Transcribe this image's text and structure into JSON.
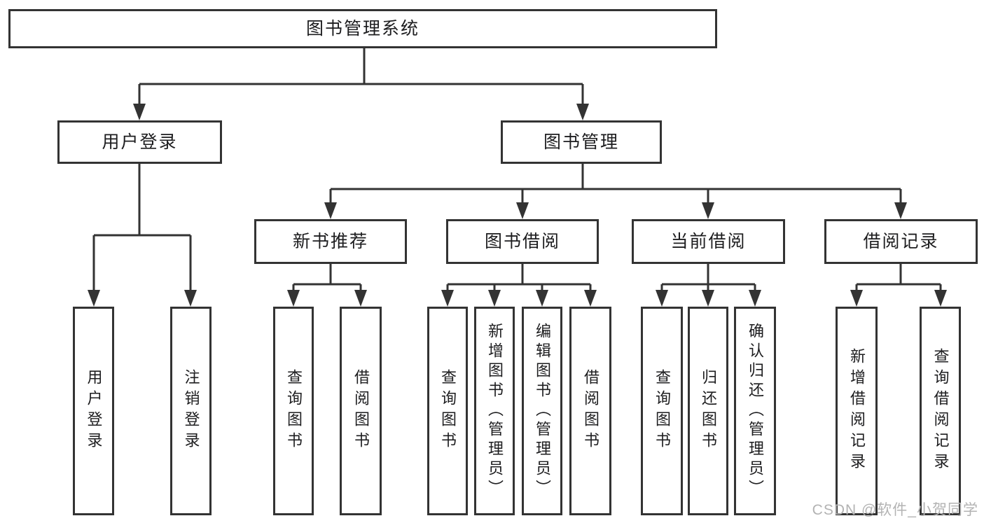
{
  "colors": {
    "line": "#333333",
    "text": "#1d1d1f",
    "watermark": "#b3b3b3",
    "bg": "#ffffff"
  },
  "nodes": {
    "root": "图书管理系统",
    "login": "用户登录",
    "mgmt": "图书管理",
    "login_children": [
      "用户登录",
      "注销登录"
    ],
    "mgmt_children": [
      "新书推荐",
      "图书借阅",
      "当前借阅",
      "借阅记录"
    ],
    "rec_children": [
      "查询图书",
      "借阅图书"
    ],
    "borrow_children": [
      "查询图书",
      "新增图书（管理员）",
      "编辑图书（管理员）",
      "借阅图书"
    ],
    "current_children": [
      "查询图书",
      "归还图书",
      "确认归还（管理员）"
    ],
    "records_children": [
      "新增借阅记录",
      "查询借阅记录"
    ]
  },
  "watermark": "CSDN @软件_小贺同学"
}
